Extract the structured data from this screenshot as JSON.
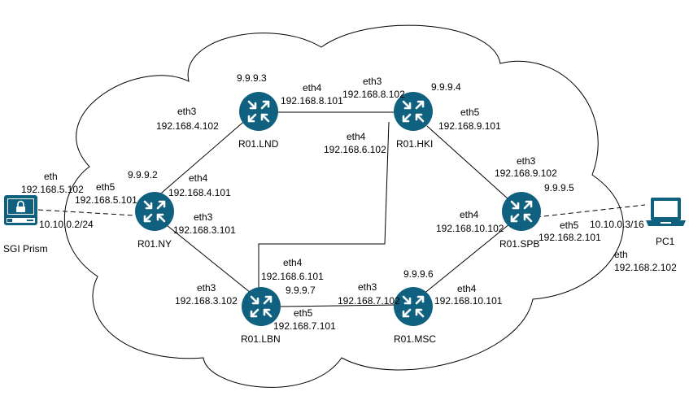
{
  "colors": {
    "router": "#10617f",
    "line": "#000000",
    "cloud_fill": "#ffffff",
    "cloud_stroke": "#000000",
    "label": "#000000"
  },
  "routers": {
    "lnd": {
      "name": "R01.LND",
      "loopback": "9.9.9.3"
    },
    "hki": {
      "name": "R01.HKI",
      "loopback": "9.9.9.4"
    },
    "ny": {
      "name": "R01.NY",
      "loopback": "9.9.9.2"
    },
    "spb": {
      "name": "R01.SPB",
      "loopback": "9.9.9.5"
    },
    "lbn": {
      "name": "R01.LBN",
      "loopback": "9.9.9.7"
    },
    "msc": {
      "name": "R01.MSC",
      "loopback": "9.9.9.6"
    }
  },
  "hosts": {
    "sgi": {
      "name": "SGI Prism",
      "icon": "lock-terminal-icon",
      "iface": "eth",
      "ip": "192.168.5.102",
      "subnet": "10.10.0.2/24"
    },
    "pc1": {
      "name": "PC1",
      "icon": "laptop-icon",
      "iface": "eth",
      "ip": "192.168.2.102",
      "subnet": "10.10.0.3/16"
    }
  },
  "interfaces": {
    "ny_eth3_lnd": {
      "iface": "eth3",
      "ip": "192.168.4.102"
    },
    "lnd_eth4_hki": {
      "iface": "eth4",
      "ip": "192.168.8.101"
    },
    "hki_eth3_lnd": {
      "iface": "eth3",
      "ip": "192.168.8.102"
    },
    "hki_eth5_spb": {
      "iface": "eth5",
      "ip": "192.168.9.101"
    },
    "hki_eth4_lbn": {
      "iface": "eth4",
      "ip": "192.168.6.102"
    },
    "ny_eth5_sgi": {
      "iface": "eth5",
      "ip": "192.168.5.101"
    },
    "ny_eth4_lnd": {
      "iface": "eth4",
      "ip": "192.168.4.101"
    },
    "ny_eth3_lbn": {
      "iface": "eth3",
      "ip": "192.168.3.101"
    },
    "spb_eth3_hki": {
      "iface": "eth3",
      "ip": "192.168.9.102"
    },
    "spb_eth4_msc": {
      "iface": "eth4",
      "ip": "192.168.10.102"
    },
    "spb_eth5_pc1": {
      "iface": "eth5",
      "ip": "192.168.2.101"
    },
    "lbn_eth4_hki": {
      "iface": "eth4",
      "ip": "192.168.6.101"
    },
    "lbn_eth3_ny": {
      "iface": "eth3",
      "ip": "192.168.3.102"
    },
    "lbn_eth5_msc": {
      "iface": "eth5",
      "ip": "192.168.7.101"
    },
    "msc_eth3_lbn": {
      "iface": "eth3",
      "ip": "192.168.7.102"
    },
    "msc_eth4_spb": {
      "iface": "eth4",
      "ip": "192.168.10.101"
    }
  }
}
